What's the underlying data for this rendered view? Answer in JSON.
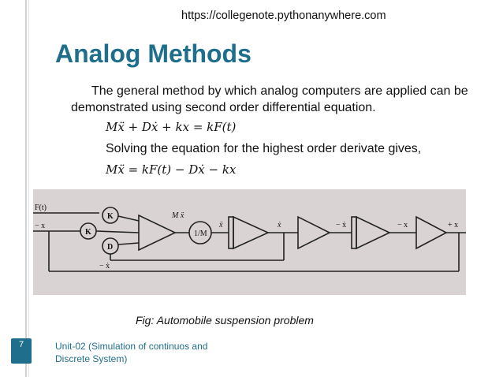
{
  "header": {
    "url": "https://collegenote.pythonanywhere.com"
  },
  "slide": {
    "title": "Analog Methods",
    "bullet_icon": "bullet-glyph",
    "bullet_glyph": "",
    "bullet_text": "The general method by which analog computers are applied can be demonstrated using second order differential equation.",
    "equation1": "Mẍ + Dẋ + kx = kF(t)",
    "solving_text": "Solving the equation for the highest order derivate gives,",
    "equation2": "Mẍ = kF(t) − Dẋ − kx"
  },
  "figure": {
    "labels": {
      "f": "F(t)",
      "minus_x_left": "− x",
      "k1": "K",
      "k2": "K",
      "d": "D",
      "mx": "M ẍ",
      "inv_m": "1/M",
      "xdd": "ẍ",
      "xd": "ẋ",
      "minus_xd_top": "− ẋ",
      "minus_x_right": "− x",
      "plus_x": "+ x",
      "minus_xd_fb": "− ẋ"
    },
    "caption": "Fig: Automobile suspension problem"
  },
  "footer": {
    "page_number": "7",
    "unit_text": "Unit-02 (Simulation of continuos and Discrete System)"
  },
  "colors": {
    "accent": "#1f6e8c",
    "photo_bg": "#d9d4d3"
  }
}
